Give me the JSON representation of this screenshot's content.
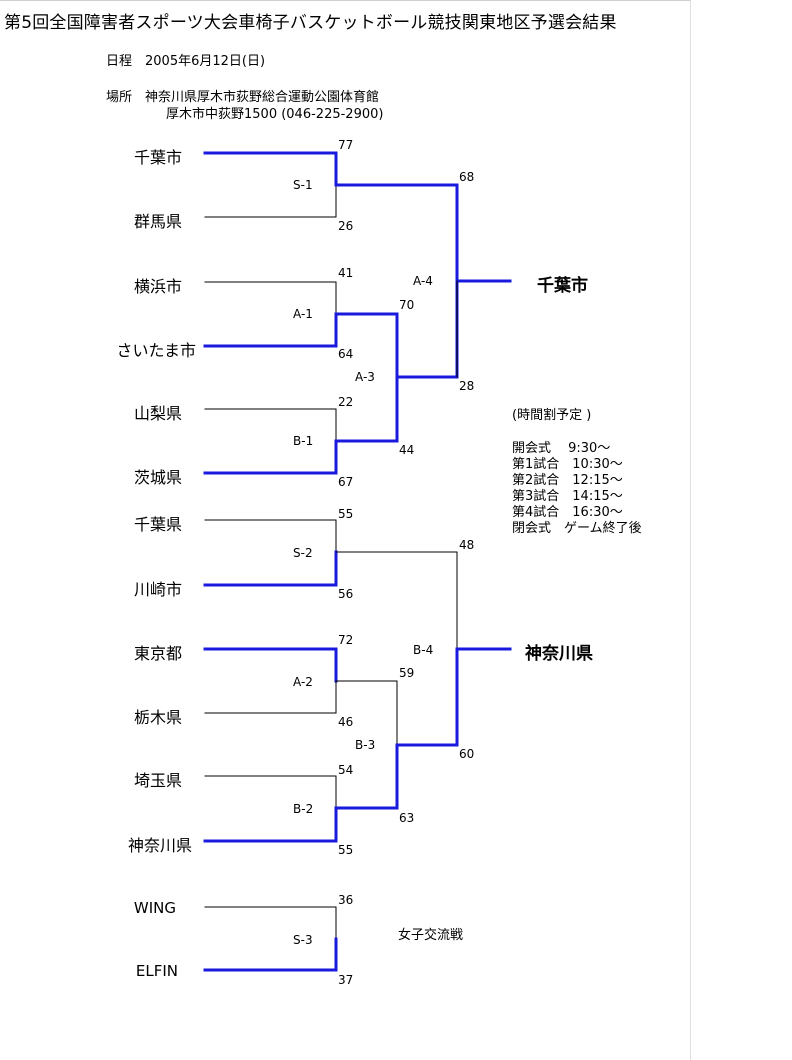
{
  "title": "第5回全国障害者スポーツ大会車椅子バスケットボール競技関東地区予選会結果",
  "date_line": "日程　2005年6月12日(日)",
  "venue_line1": "場所　神奈川県厚木市荻野総合運動公園体育館",
  "venue_line2": "厚木市中荻野1500 (046-225-2900)",
  "teams": [
    "千葉市",
    "群馬県",
    "横浜市",
    "さいたま市",
    "山梨県",
    "茨城県",
    "千葉県",
    "川崎市",
    "東京都",
    "栃木県",
    "埼玉県",
    "神奈川県",
    "WING",
    "ELFIN"
  ],
  "first_round_scores": [
    "77",
    "26",
    "41",
    "64",
    "22",
    "67",
    "55",
    "56",
    "72",
    "46",
    "54",
    "55",
    "36",
    "37"
  ],
  "second_round_scores": [
    "70",
    "44",
    "59",
    "63"
  ],
  "semi_scores": [
    "68",
    "28",
    "48",
    "60"
  ],
  "match_labels": {
    "s1": "S-1",
    "a1": "A-1",
    "b1": "B-1",
    "s2": "S-2",
    "a2": "A-2",
    "b2": "B-2",
    "s3": "S-3",
    "a3": "A-3",
    "b3": "B-3",
    "a4": "A-4",
    "b4": "B-4"
  },
  "winners": [
    "千葉市",
    "神奈川県"
  ],
  "schedule": {
    "heading": "(時間割予定 )",
    "items": [
      "開会式　 9:30～",
      "第1試合　10:30～",
      "第2試合　12:15～",
      "第3試合　14:15～",
      "第4試合　16:30～",
      "閉会式　ゲーム終了後"
    ]
  },
  "women_note": "女子交流戦",
  "colors": {
    "win_line": "#1a1adf",
    "lose_line": "#000000"
  }
}
